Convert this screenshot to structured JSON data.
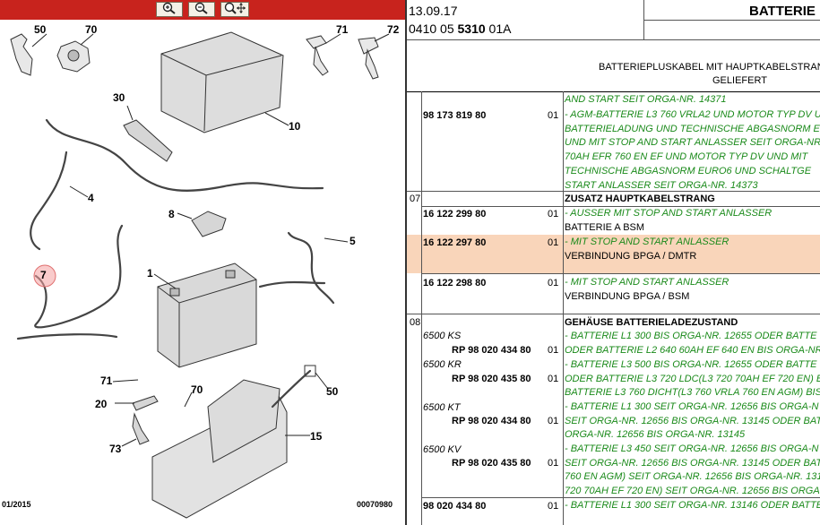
{
  "toolbar": {
    "icons": [
      "zoom-in-icon",
      "zoom-out-icon",
      "zoom-reset-icon"
    ]
  },
  "diagram": {
    "callouts": [
      "50",
      "70",
      "71",
      "72",
      "30",
      "10",
      "4",
      "8",
      "5",
      "7",
      "1",
      "71",
      "20",
      "70",
      "73",
      "50",
      "15"
    ],
    "date_code": "01/2015",
    "ref_code": "00070980"
  },
  "header": {
    "date": "13.09.17",
    "doc_prefix": "0410 05 ",
    "doc_bold": "5310",
    "doc_suffix": " 01A",
    "section": "BATTERIE",
    "description_line1": "BATTERIEPLUSKABEL MIT HAUPTKABELSTRANG",
    "description_line2": "GELIEFERT"
  },
  "rows": {
    "r0": {
      "desc": [
        "AND START SEIT ORGA-NR. 14371"
      ]
    },
    "r1": {
      "part": "98 173 819 80",
      "qty": "01",
      "desc": [
        "- AGM-BATTERIE L3 760 VRLA2 UND MOTOR TYP DV U",
        "BATTERIELADUNG UND TECHNISCHE ABGASNORM E",
        "UND MIT STOP AND START ANLASSER SEIT ORGA-NR",
        "70AH EFR 760 EN EF UND MOTOR TYP DV UND MIT",
        "TECHNISCHE ABGASNORM EURO6 UND SCHALTGE",
        "START ANLASSER SEIT ORGA-NR. 14373"
      ]
    },
    "r2": {
      "group": "07",
      "title": "ZUSATZ HAUPTKABELSTRANG"
    },
    "r3": {
      "part": "16 122 299 80",
      "qty": "01",
      "green": "- AUSSER MIT STOP AND START ANLASSER",
      "black": "BATTERIE A BSM"
    },
    "r4": {
      "part": "16 122 297 80",
      "qty": "01",
      "green": "- MIT STOP AND START ANLASSER",
      "black": "VERBINDUNG BPGA / DMTR"
    },
    "r5": {
      "part": "16 122 298 80",
      "qty": "01",
      "green": "- MIT STOP AND START ANLASSER",
      "black": "VERBINDUNG BPGA / BSM"
    },
    "r6": {
      "group": "08",
      "title": "GEHÄUSE BATTERIELADEZUSTAND"
    },
    "r7": {
      "sub": "6500 KS",
      "rp": "RP 98 020 434 80",
      "qty": "01",
      "desc": [
        "- BATTERIE L1 300 BIS ORGA-NR. 12655 ODER BATTE",
        "ODER BATTERIE L2 640 60AH EF 640 EN BIS ORGA-NR"
      ]
    },
    "r8": {
      "sub": "6500 KR",
      "rp": "RP 98 020 435 80",
      "qty": "01",
      "desc": [
        "- BATTERIE L3 500 BIS ORGA-NR. 12655 ODER BATTE",
        "ODER BATTERIE L3 720 LDC(L3 720 70AH EF 720 EN) B",
        "BATTERIE L3 760 DICHT(L3 760 VRLA 760 EN AGM) BIS"
      ]
    },
    "r9": {
      "sub": "6500 KT",
      "rp": "RP 98 020 434 80",
      "qty": "01",
      "desc": [
        "- BATTERIE L1 300 SEIT ORGA-NR. 12656 BIS ORGA-N",
        "SEIT ORGA-NR. 12656 BIS ORGA-NR. 13145 ODER BAT",
        "ORGA-NR. 12656 BIS ORGA-NR. 13145"
      ]
    },
    "r10": {
      "sub": "6500 KV",
      "rp": "RP 98 020 435 80",
      "qty": "01",
      "desc": [
        "- BATTERIE L3 450 SEIT ORGA-NR. 12656 BIS ORGA-N",
        "SEIT ORGA-NR. 12656 BIS ORGA-NR. 13145 ODER BAT",
        "760 EN AGM) SEIT ORGA-NR. 12656 BIS ORGA-NR. 131",
        "720 70AH EF 720 EN) SEIT ORGA-NR. 12656 BIS ORGA"
      ]
    },
    "r11": {
      "part": "98 020 434 80",
      "qty": "01",
      "desc": [
        "- BATTERIE L1 300 SEIT ORGA-NR. 13146 ODER BATTE"
      ]
    }
  }
}
